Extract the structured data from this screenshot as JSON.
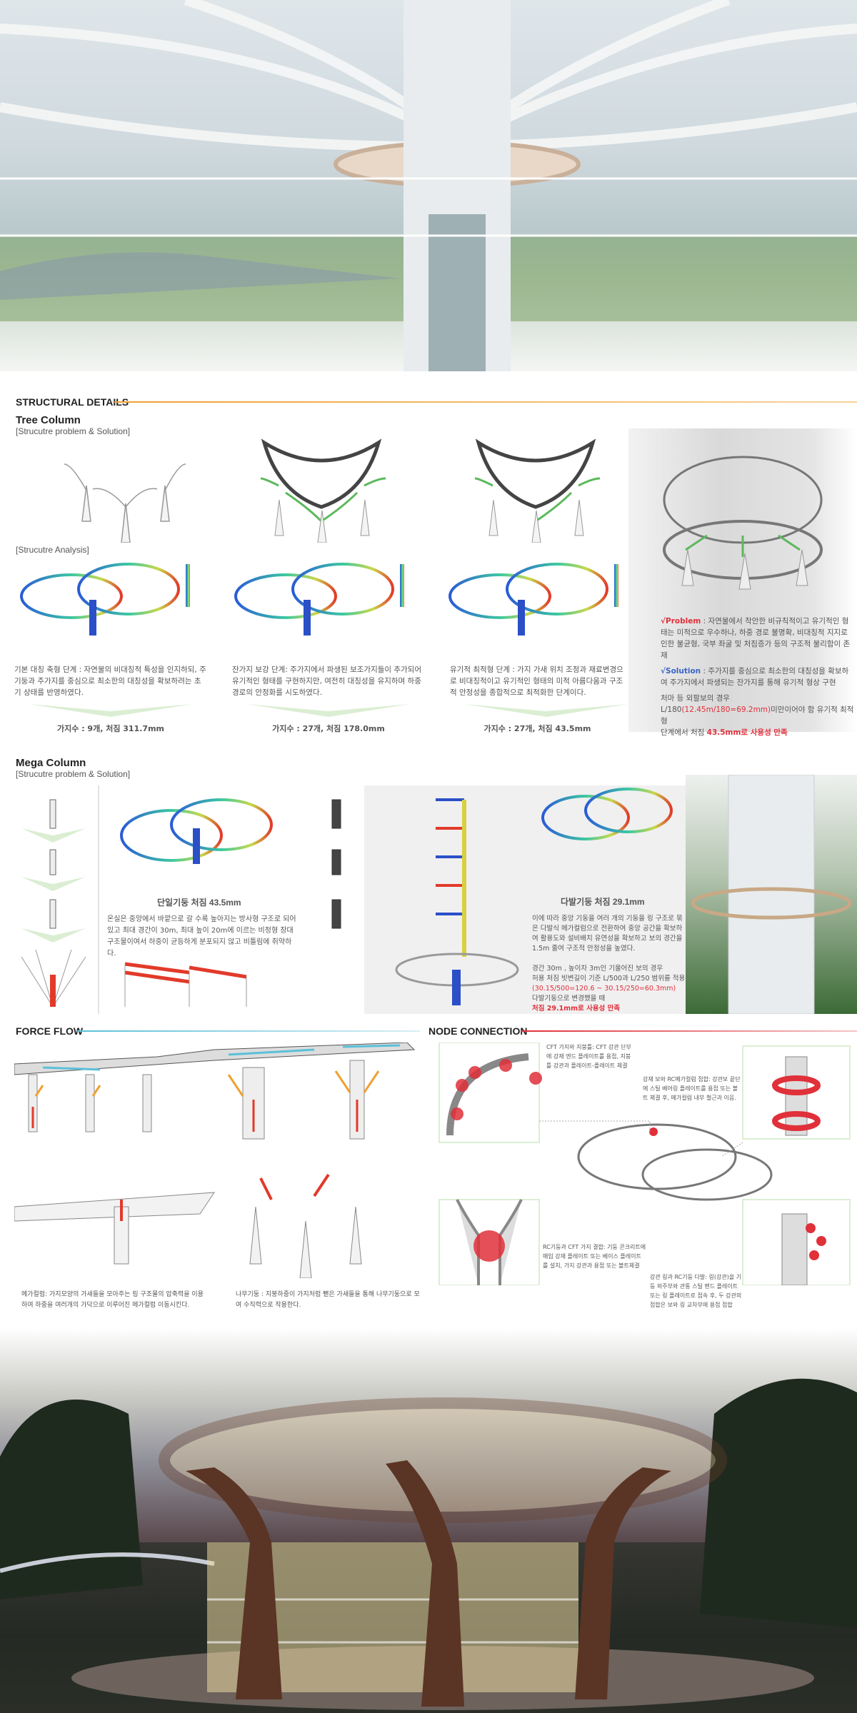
{
  "structural": {
    "title": "STRUCTURAL DETAILS",
    "tree_title": "Tree Column",
    "tree_sub": "[Strucutre problem & Solution]",
    "analysis_sub": "[Strucutre Analysis]",
    "steps": [
      {
        "text": "기본 대칭 축형 단계 : 자연물의 비대칭적 특성을 인지하되, 주기둥과 주가지를 중심으로 최소한의 대칭성을 확보하려는 초기 상태를 반영하였다.",
        "value": "가지수 : 9개, 처짐 311.7mm"
      },
      {
        "text": "잔가지 보강 단계: 주가지에서 파생된 보조가지들이 추가되어 유기적인 형태를 구현하지만, 여전히 대칭성을 유지하며 하중 경로의 안정화를 시도하였다.",
        "value": "가지수 : 27개, 처짐 178.0mm"
      },
      {
        "text": "유기적 최적형 단계 : 가지 가새 위치 조정과 재료변경으로 비대칭적이고 유기적인 형태의 미적 아름다움과 구조적 안정성을 종합적으로 최적화한 단계이다.",
        "value": "가지수 : 27개, 처짐 43.5mm"
      }
    ],
    "problem_label": "√Problem",
    "problem_text": " : 자연물에서 착안한 비규칙적이고 유기적인 형태는 미적으로 우수하나, 하중 경로 불명확, 비대칭적 지지로 인한 불균형, 국부 좌굴 및 처짐증가 등의 구조적 불리함이 존재",
    "solution_label": "√Solution",
    "solution_text": " : 주가지를 중심으로 최소한의 대칭성을 확보하여 주가지에서 파생되는 잔가지를 통해 유기적 형상 구현",
    "note_1": "처마 등 외팔보의 경우",
    "note_2a": "L/180",
    "note_2b": "(12.45m/180=69.2mm)",
    "note_2c": "미만이어야 함 유기적 최적형",
    "note_3a": "단계에서 처짐 ",
    "note_3b": "43.5mm로 사용성 만족"
  },
  "mega": {
    "title": "Mega Column",
    "sub": "[Strucutre problem & Solution]",
    "single_title": "단일기둥 처짐 43.5mm",
    "single_text": "온실은 중앙에서 바깥으로 갈 수록 높아지는 방사형 구조로 되어있고 최대 경간이 30m, 최대 높이 20m에 이르는 비정형 장대 구조물이여서 하중이 균등하게 분포되지 않고 비틀림에 취약하다.",
    "multi_title": "다발기둥 처짐 29.1mm",
    "multi_text": "이에 따라 중앙 기둥을 여러 개의 기둥을 링 구조로 묶은 다발식 메가컬럼으로 전환하여 중앙 공간을 확보하여 활용도와 설비배치 유연성을 확보하고 보의 경간을 1.5m 줄여 구조적 안정성을 높였다.",
    "multi_note_1": "경간 30m , 높이차 3m인 기울어진 보의 경우",
    "multi_note_2": "허용 처짐 빗변길이 기준 L/500과 L/250 범위를 적용",
    "multi_note_3": "(30.15/500=120.6 ~ 30.15/250=60.3mm)",
    "multi_note_4": "다발기둥으로 변경했을 때",
    "multi_note_5": "처짐 29.1mm로 사용성 만족"
  },
  "force": {
    "title": "FORCE FLOW",
    "mega_text": "메가컬럼: 가지모양의 가새들을 모아주는 링 구조물의 압축력을 이용하여 하중을 여러개의 가닥으로 이루어진 메가컬럼 이동시킨다.",
    "tree_text": "나무기둥 : 지붕하중이 가지처럼 뻗은 가새들을 통해 나무기둥으로 모여 수직력으로 작용한다."
  },
  "node": {
    "title": "NODE CONNECTION",
    "n1": "CFT 가지와 지붕틀: CFT 강관 단부에 강재 엔드 플레이트를 용접, 지붕틀 강관과 플레이트-플레이트 체결",
    "n2": "강재 보와 RC메가컬럼 접합: 강관보 끝단에 스틸 베어링 플레이트를 용접 또는 볼트 체결 후, 메가컬럼 내부 철근과 이음.",
    "n3": "RC기둥과 CFT 가지 결합: 기둥 콘크리트에 매입 강재 플레이트 또는 베이스 플레이트를 설치, 가지 강관과 용접 또는 볼트체결",
    "n4": "강관 링과 RC기둥 다발: 링(강관)을 기둥 외주부와 관통 스틸 밴드 플레이트 또는 링 플레이트로 접속 후, 두 강관의 접합은 보와 링 교차부에 용접 접합"
  },
  "colors": {
    "orange": "#f0a030",
    "cyan": "#5bc0d8",
    "red": "#e0303a",
    "green": "#7cc36a"
  }
}
